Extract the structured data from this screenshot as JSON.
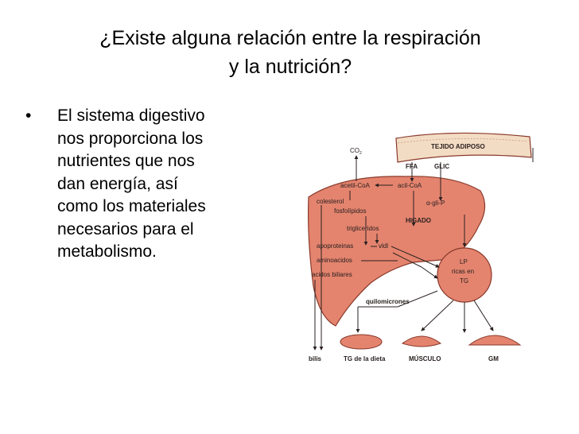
{
  "slide": {
    "title_line1": "¿Existe alguna relación entre la respiración",
    "title_line2": "y la nutrición?",
    "bullet_marker": "•",
    "bullets": [
      {
        "lines": [
          "El sistema digestivo",
          "nos proporciona los",
          "nutrientes que nos",
          "dan energía, así",
          "como los materiales",
          "necesarios para el",
          "metabolismo."
        ]
      }
    ]
  },
  "diagram": {
    "tissue_label": "TEJIDO ADIPOSO",
    "co2": "CO",
    "co2_sub": "2",
    "ffa": "FFA",
    "glic": "GLIC",
    "acetil": "acetil-CoA",
    "acil": "acil-CoA",
    "glip": "α-gli-P",
    "colesterol": "colesterol",
    "fosfolipidos": "fosfolípidos",
    "higado": "HIGADO",
    "trigliceridos": "trigliceridos",
    "apoproteinas": "apoproteinas",
    "vldl": "vldl",
    "aminoacidos": "aminoacidos",
    "acidos_biliares": "acidos biliares",
    "lp_line1": "LP",
    "lp_line2": "ricas en",
    "lp_line3": "TG",
    "quilomicrones": "quilomicrones",
    "bilis": "bilis",
    "tg_dieta": "TG de la dieta",
    "musculo": "MÚSCULO",
    "gm": "GM",
    "colors": {
      "liver_fill": "#e4846e",
      "liver_stroke": "#8a3a2c",
      "adipose_fill": "#f3dcc4",
      "line": "#2a2020"
    }
  }
}
